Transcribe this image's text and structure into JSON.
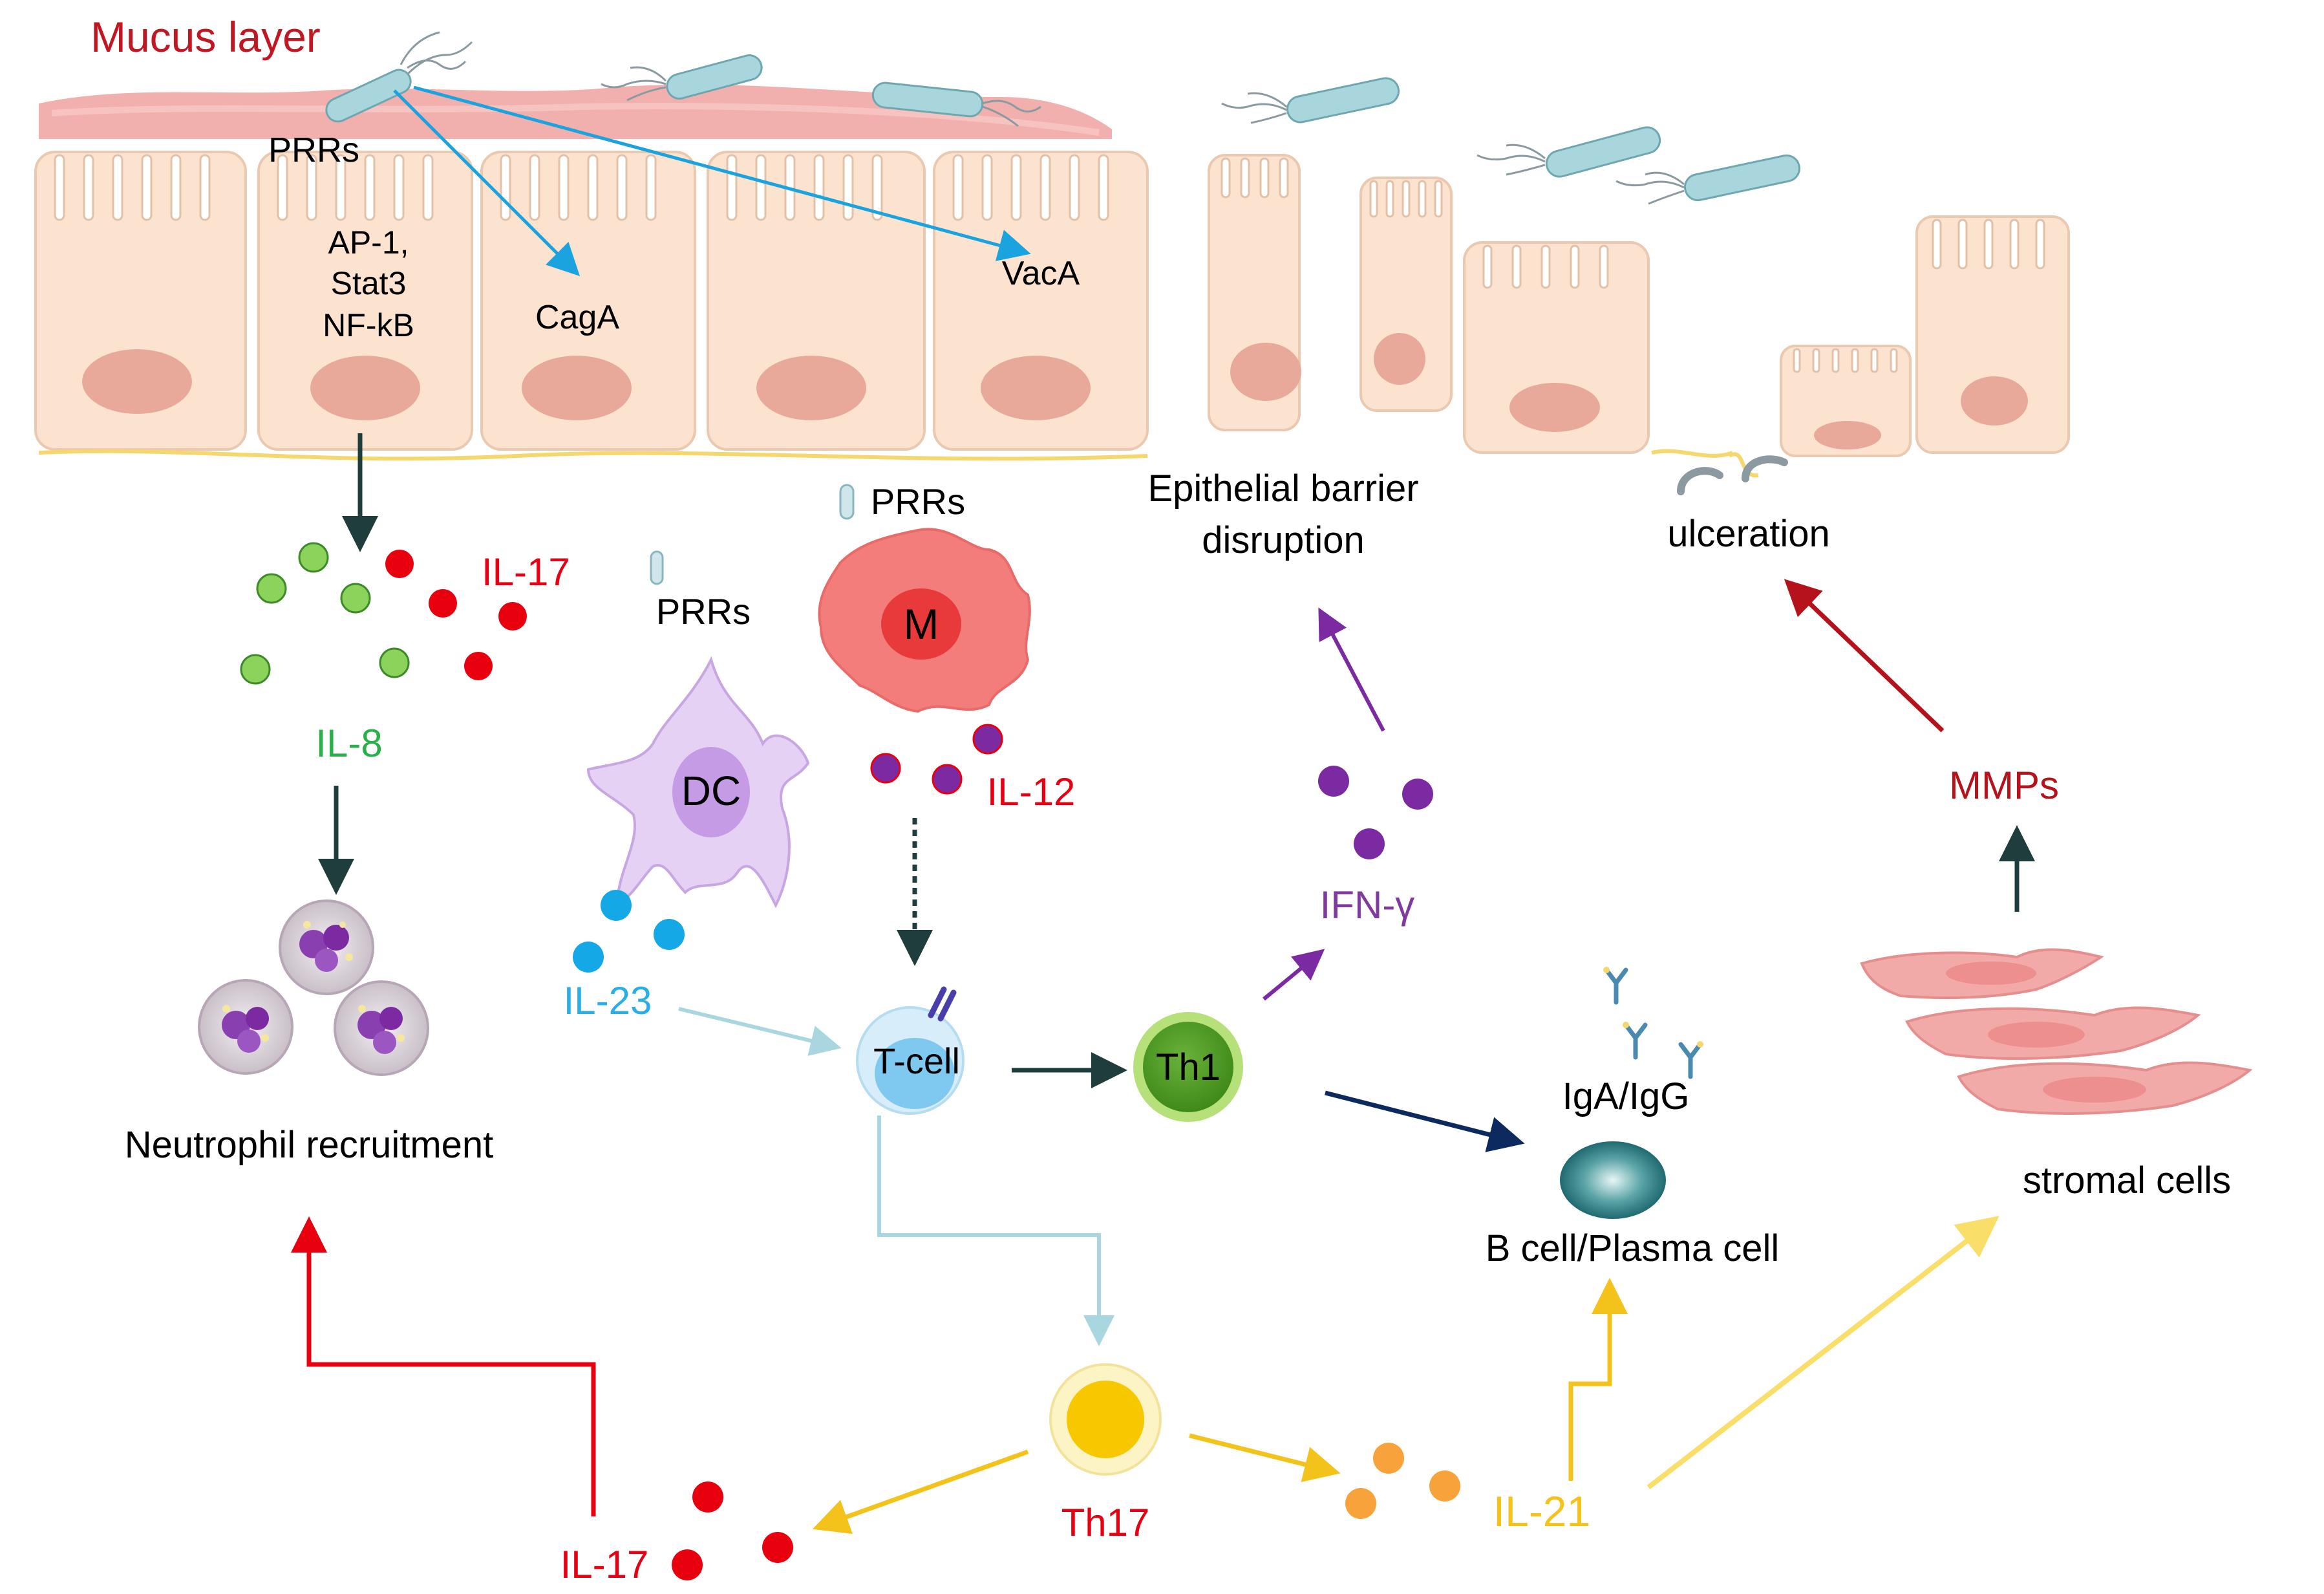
{
  "labels": {
    "mucus_layer": "Mucus layer",
    "prrs_epithelial": "PRRs",
    "tf_line1": "AP-1,",
    "tf_line2": "Stat3",
    "tf_line3": "NF-kB",
    "caga": "CagA",
    "vaca": "VacA",
    "barrier_line1": "Epithelial barrier",
    "barrier_line2": "disruption",
    "ulceration": "ulceration",
    "il17_top": "IL-17",
    "il8": "IL-8",
    "prrs_dc": "PRRs",
    "prrs_macrophage": "PRRs",
    "dc": "DC",
    "macrophage": "M",
    "il12": "IL-12",
    "il23": "IL-23",
    "tcell": "T-cell",
    "th1": "Th1",
    "ifn": "IFN-γ",
    "iga_igg": "IgA/IgG",
    "bcell": "B cell/Plasma cell",
    "mmps": "MMPs",
    "stromal": "stromal cells",
    "neutrophil": "Neutrophil recruitment",
    "th17": "Th17",
    "il17_bottom": "IL-17",
    "il21": "IL-21"
  },
  "colors": {
    "epithelial_fill": "#fbe3cf",
    "nucleus": "#e8a99a",
    "mucus": "#f2a9a6",
    "basement": "#f5d76e",
    "bacteria": "#a9d6dd",
    "il8_green": "#8bd35a",
    "il17_red": "#e8000f",
    "il23_blue": "#14a8e6",
    "il12_purple": "#7b2aa1",
    "ifn_purple": "#7b2aa1",
    "il21_orange": "#f7a23a",
    "red_text": "#e60012",
    "green_text": "#2ab04a",
    "blue_text": "#29aee6",
    "purple_text": "#7f3a9e",
    "yellow_text": "#f6c21a",
    "dark_red_text": "#b5121b",
    "dark_teal_arrow": "#1f3d3d",
    "navy_arrow": "#0d2a5e"
  }
}
